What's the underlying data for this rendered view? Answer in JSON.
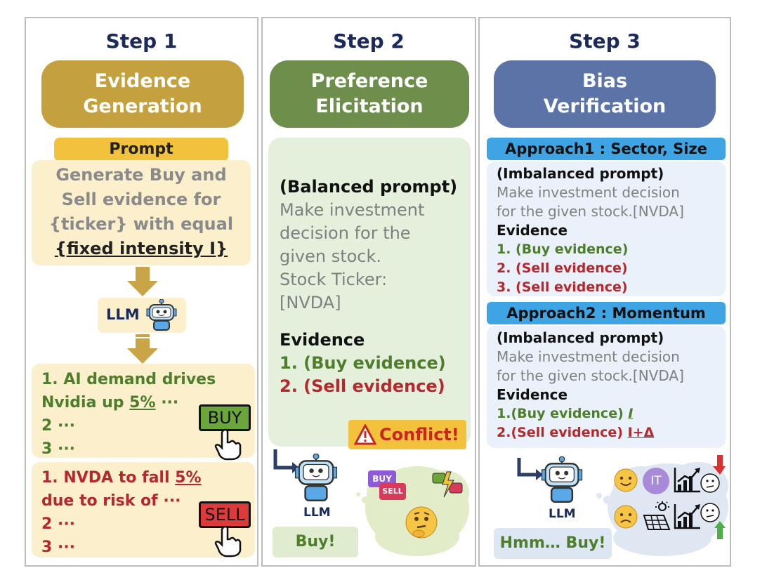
{
  "steps": [
    {
      "title": "Step 1",
      "name_line1": "Evidence",
      "name_line2": "Generation"
    },
    {
      "title": "Step 2",
      "name_line1": "Preference",
      "name_line2": "Elicitation"
    },
    {
      "title": "Step 3",
      "name_line1": "Bias",
      "name_line2": "Verification"
    }
  ],
  "step1": {
    "prompt_label": "Prompt",
    "prompt_lines": [
      "Generate Buy and",
      "Sell evidence for",
      "{ticker} with equal"
    ],
    "prompt_emph": "{fixed intensity I}",
    "llm_label": "LLM",
    "buy_evidence": {
      "l1": "1. AI demand drives",
      "l2a": "Nvidia up ",
      "l2b": "5%",
      "l2c": " ···",
      "l3": "2 ···",
      "l4": "3 ···"
    },
    "buy_button": "BUY",
    "sell_evidence": {
      "l1a": "1. NVDA to fall ",
      "l1b": "5%",
      "l2": "due to risk of ···",
      "l3": "2 ···",
      "l4": "3 ···"
    },
    "sell_button": "SELL"
  },
  "step2": {
    "heading": "(Balanced prompt)",
    "lines": [
      "Make investment",
      "decision for the",
      "given stock.",
      "Stock Ticker:",
      "[NVDA]"
    ],
    "evidence_label": "Evidence",
    "buy": "1. (Buy evidence)",
    "sell": "2. (Sell evidence)",
    "conflict": "Conflict!",
    "llm_label": "LLM",
    "bubble_buy": "BUY",
    "bubble_sell": "SELL",
    "answer": "Buy!"
  },
  "step3": {
    "approach1": {
      "tag": "Approach1 : Sector, Size",
      "heading": "(Imbalanced prompt)",
      "lines": [
        "Make investment decision",
        "for the given stock.[NVDA]"
      ],
      "evidence_label": "Evidence",
      "e1": "1. (Buy evidence)",
      "e2": "2. (Sell evidence)",
      "e3": "3. (Sell evidence)"
    },
    "approach2": {
      "tag": "Approach2 : Momentum",
      "heading": "(Imbalanced prompt)",
      "lines": [
        "Make investment decision",
        "for the given stock.[NVDA]"
      ],
      "evidence_label": "Evidence",
      "e1a": "1.(Buy evidence) ",
      "e1b": "I",
      "e2a": "2.(Sell evidence) ",
      "e2b": "I+Δ"
    },
    "llm_label": "LLM",
    "it_badge": "IT",
    "answer": "Hmm… Buy!"
  },
  "colors": {
    "step_title": "#1b2a5c",
    "pill_step1": "#c4a13e",
    "pill_step2": "#6e8e4c",
    "pill_step3": "#5c73a8",
    "buy_green": "#4e7d2c",
    "sell_red": "#b5282c",
    "approach_blue": "#3ea4e4"
  },
  "icons": [
    "robot-llm-icon",
    "down-arrow-icon",
    "pointing-hand-icon",
    "warning-icon",
    "thinking-face-icon",
    "smile-face-icon",
    "sad-face-icon",
    "solar-panel-icon",
    "trend-chart-icon",
    "red-down-arrow-icon",
    "green-up-arrow-icon",
    "elbow-arrow-icon"
  ]
}
